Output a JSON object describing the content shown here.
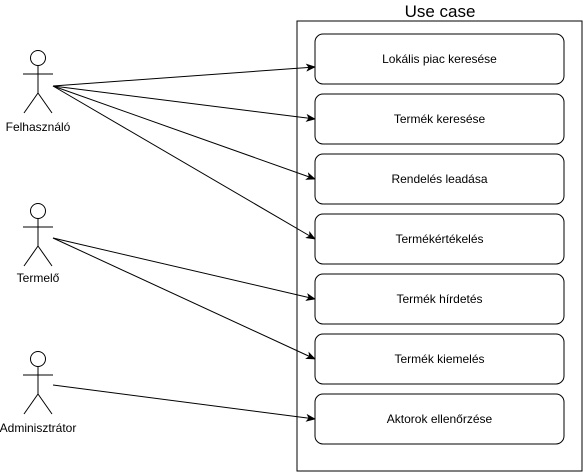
{
  "diagram": {
    "system_title": "Use case",
    "actors": [
      {
        "id": "felhasznalo",
        "label": "Felhasználó"
      },
      {
        "id": "termelo",
        "label": "Termelő"
      },
      {
        "id": "adminisztrator",
        "label": "Adminisztrátor"
      }
    ],
    "use_cases": [
      {
        "id": "uc1",
        "label": "Lokális piac keresése"
      },
      {
        "id": "uc2",
        "label": "Termék keresése"
      },
      {
        "id": "uc3",
        "label": "Rendelés leadása"
      },
      {
        "id": "uc4",
        "label": "Termékértékelés"
      },
      {
        "id": "uc5",
        "label": "Termék hírdetés"
      },
      {
        "id": "uc6",
        "label": "Termék kiemelés"
      },
      {
        "id": "uc7",
        "label": "Aktorok ellenőrzése"
      }
    ],
    "associations": [
      {
        "from": "felhasznalo",
        "to": "uc1"
      },
      {
        "from": "felhasznalo",
        "to": "uc2"
      },
      {
        "from": "felhasznalo",
        "to": "uc3"
      },
      {
        "from": "felhasznalo",
        "to": "uc4"
      },
      {
        "from": "termelo",
        "to": "uc5"
      },
      {
        "from": "termelo",
        "to": "uc6"
      },
      {
        "from": "adminisztrator",
        "to": "uc7"
      }
    ]
  }
}
